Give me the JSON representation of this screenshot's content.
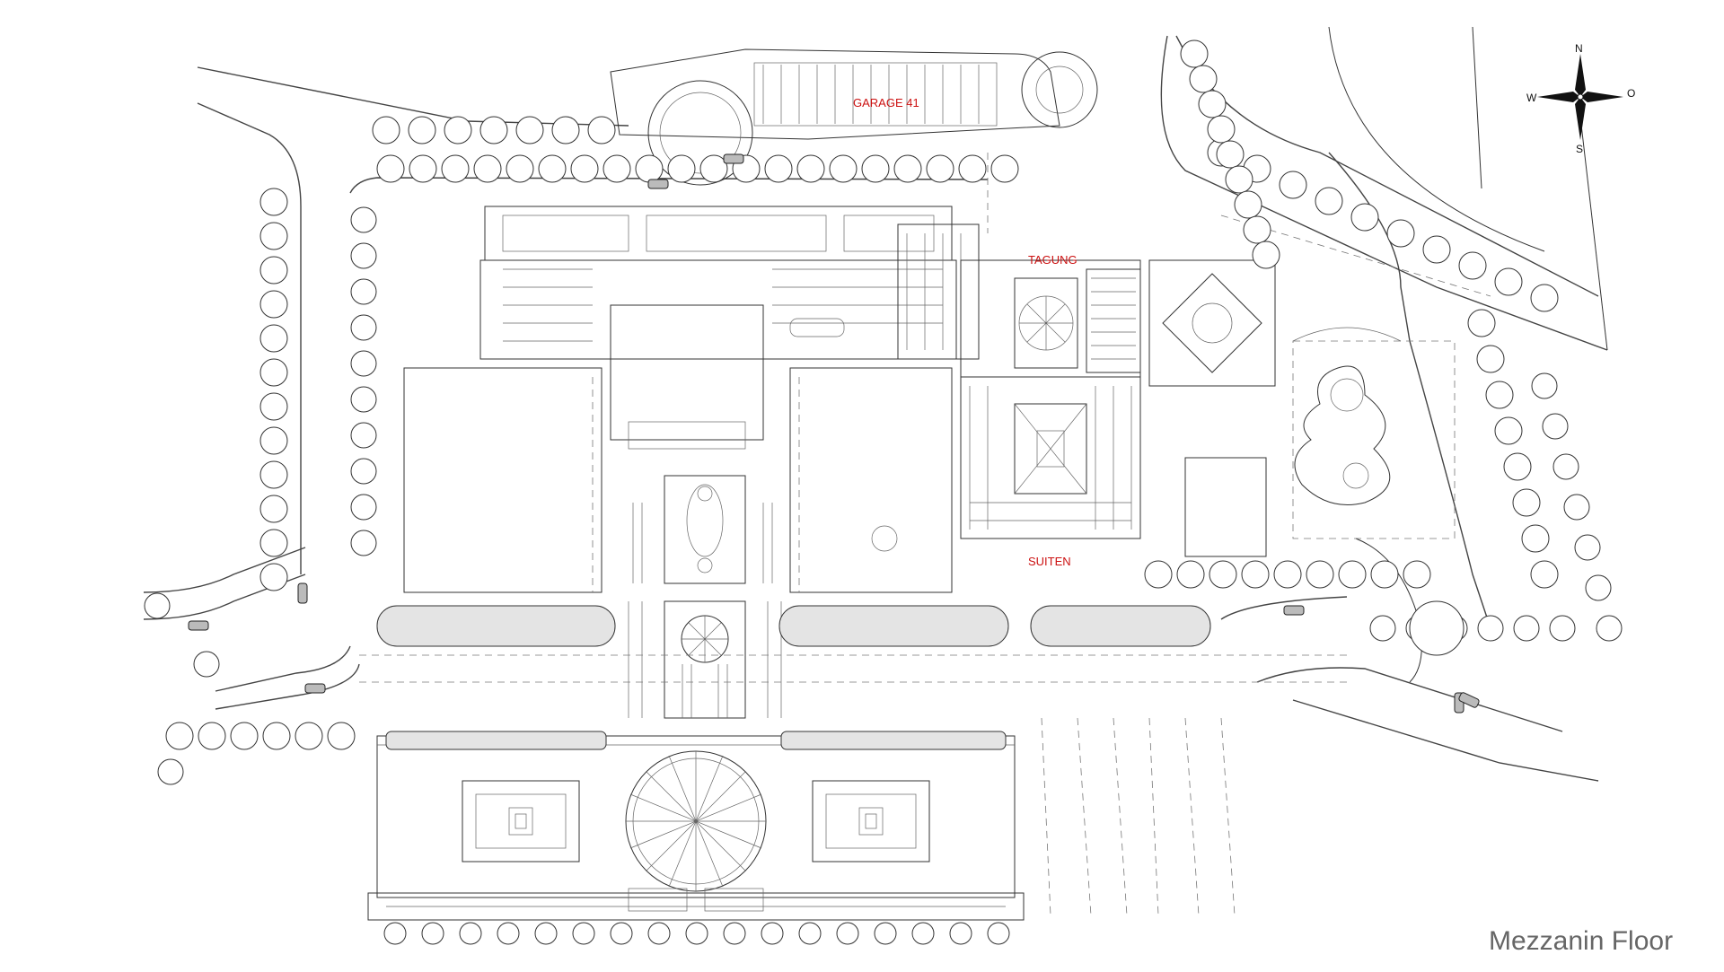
{
  "plan": {
    "floor_title": "Mezzanin Floor",
    "labels": {
      "garage": "GARAGE 41",
      "tagung": "TAGUNG",
      "suiten": "SUITEN"
    },
    "compass": {
      "north": "N",
      "south": "S",
      "west": "W",
      "east": "O"
    }
  },
  "colors": {
    "label_accent": "#cc1111",
    "linework": "#333333",
    "title_text": "#666666"
  }
}
